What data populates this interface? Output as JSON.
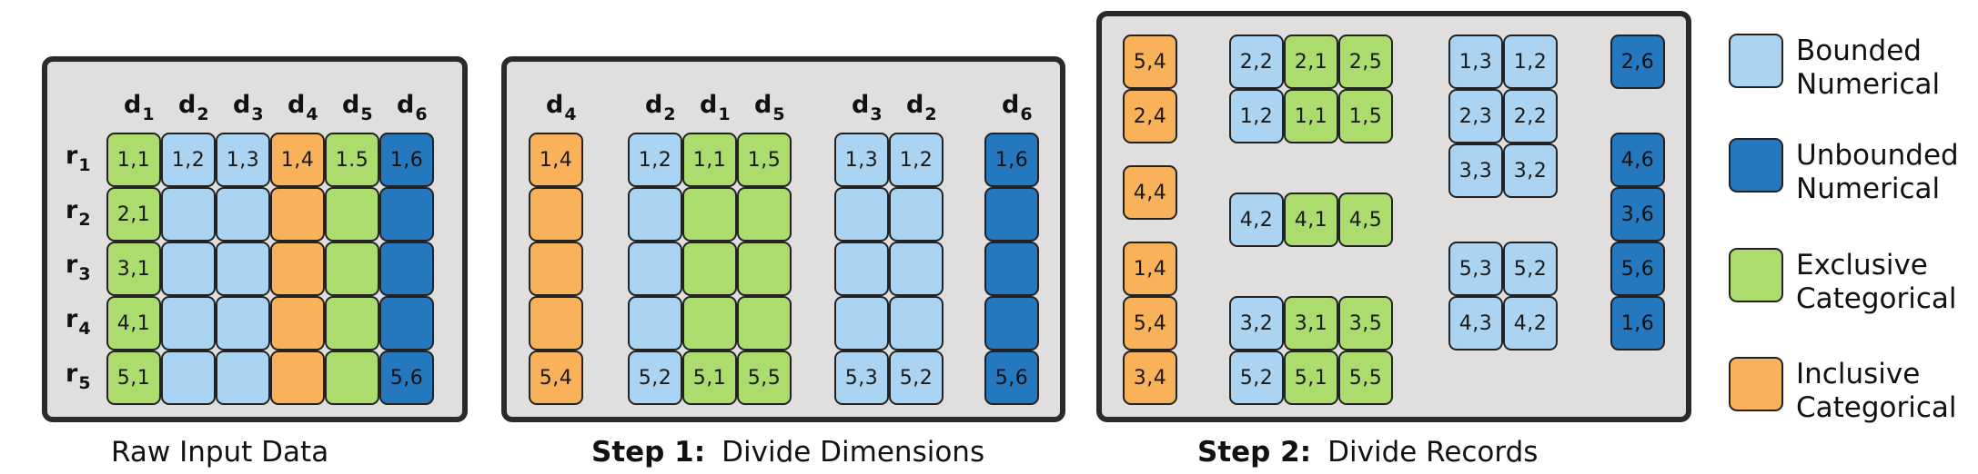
{
  "captions": {
    "raw": "Raw Input Data",
    "step1_bold": "Step 1:",
    "step1_text": "Divide Dimensions",
    "step2_bold": "Step 2:",
    "step2_text": "Divide Records"
  },
  "colors": {
    "bounded_numerical": "#aad4f2",
    "unbounded_numerical": "#2577be",
    "exclusive_categorical": "#acdc6d",
    "inclusive_categorical": "#f9b15a"
  },
  "legend": [
    {
      "key": "bn",
      "line1": "Bounded",
      "line2": "Numerical"
    },
    {
      "key": "un",
      "line1": "Unbounded",
      "line2": "Numerical"
    },
    {
      "key": "ec",
      "line1": "Exclusive",
      "line2": "Categorical"
    },
    {
      "key": "ic",
      "line1": "Inclusive",
      "line2": "Categorical"
    }
  ],
  "raw": {
    "col_headers": [
      {
        "base": "d",
        "sub": "1"
      },
      {
        "base": "d",
        "sub": "2"
      },
      {
        "base": "d",
        "sub": "3"
      },
      {
        "base": "d",
        "sub": "4"
      },
      {
        "base": "d",
        "sub": "5"
      },
      {
        "base": "d",
        "sub": "6"
      }
    ],
    "row_headers": [
      {
        "base": "r",
        "sub": "1"
      },
      {
        "base": "r",
        "sub": "2"
      },
      {
        "base": "r",
        "sub": "3"
      },
      {
        "base": "r",
        "sub": "4"
      },
      {
        "base": "r",
        "sub": "5"
      }
    ],
    "col_types": [
      "ec",
      "bn",
      "bn",
      "ic",
      "ec",
      "un"
    ],
    "cells": [
      [
        "1,1",
        "1,2",
        "1,3",
        "1,4",
        "1.5",
        "1,6"
      ],
      [
        "2,1",
        "",
        "",
        "",
        "",
        ""
      ],
      [
        "3,1",
        "",
        "",
        "",
        "",
        ""
      ],
      [
        "4,1",
        "",
        "",
        "",
        "",
        ""
      ],
      [
        "5,1",
        "",
        "",
        "",
        "",
        "5,6"
      ]
    ]
  },
  "step1": {
    "groups": [
      {
        "headers": [
          {
            "base": "d",
            "sub": "4"
          }
        ],
        "types": [
          "ic"
        ],
        "cells": [
          [
            "1,4"
          ],
          [
            ""
          ],
          [
            ""
          ],
          [
            ""
          ],
          [
            "5,4"
          ]
        ]
      },
      {
        "headers": [
          {
            "base": "d",
            "sub": "2"
          },
          {
            "base": "d",
            "sub": "1"
          },
          {
            "base": "d",
            "sub": "5"
          }
        ],
        "types": [
          "bn",
          "ec",
          "ec"
        ],
        "cells": [
          [
            "1,2",
            "1,1",
            "1,5"
          ],
          [
            "",
            "",
            ""
          ],
          [
            "",
            "",
            ""
          ],
          [
            "",
            "",
            ""
          ],
          [
            "5,2",
            "5,1",
            "5,5"
          ]
        ]
      },
      {
        "headers": [
          {
            "base": "d",
            "sub": "3"
          },
          {
            "base": "d",
            "sub": "2"
          }
        ],
        "types": [
          "bn",
          "bn"
        ],
        "cells": [
          [
            "1,3",
            "1,2"
          ],
          [
            "",
            ""
          ],
          [
            "",
            ""
          ],
          [
            "",
            ""
          ],
          [
            "5,3",
            "5,2"
          ]
        ]
      },
      {
        "headers": [
          {
            "base": "d",
            "sub": "6"
          }
        ],
        "types": [
          "un"
        ],
        "cells": [
          [
            "1,6"
          ],
          [
            ""
          ],
          [
            ""
          ],
          [
            ""
          ],
          [
            "5,6"
          ]
        ]
      }
    ]
  },
  "step2": {
    "ic_cells": [
      "5,4",
      "2,4",
      "4,4",
      "1,4",
      "5,4",
      "3,4"
    ],
    "group2_rows": [
      [
        "2,2",
        "2,1",
        "2,5"
      ],
      [
        "1,2",
        "1,1",
        "1,5"
      ],
      [
        "4,2",
        "4,1",
        "4,5"
      ],
      [
        "3,2",
        "3,1",
        "3,5"
      ],
      [
        "5,2",
        "5,1",
        "5,5"
      ]
    ],
    "group3_rows": [
      [
        "1,3",
        "1,2"
      ],
      [
        "2,3",
        "2,2"
      ],
      [
        "3,3",
        "3,2"
      ],
      [
        "5,3",
        "5,2"
      ],
      [
        "4,3",
        "4,2"
      ]
    ],
    "un_cells": [
      "2,6",
      "4,6",
      "3,6",
      "5,6",
      "1,6"
    ]
  }
}
